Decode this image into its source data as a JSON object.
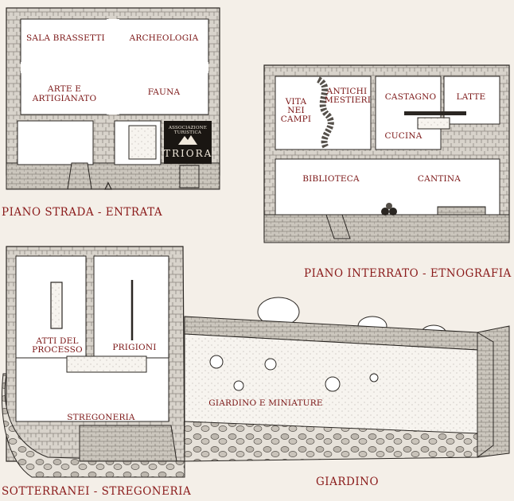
{
  "floors": {
    "street": "PIANO STRADA - ENTRATA",
    "basement": "PIANO INTERRATO - ETNOGRAFIA",
    "underground": "SOTTERRANEI - STREGONERIA",
    "garden": "GIARDINO"
  },
  "rooms": {
    "sala_brassetti": "SALA BRASSETTI",
    "archeologia": "ARCHEOLOGIA",
    "arte_line1": "ARTE E",
    "arte_line2": "ARTIGIANATO",
    "fauna": "FAUNA",
    "vita_line1": "VITA",
    "vita_line2": "NEI",
    "vita_line3": "CAMPI",
    "antichi_line1": "ANTICHI",
    "antichi_line2": "MESTIERI",
    "castagno": "CASTAGNO",
    "latte": "LATTE",
    "cucina": "CUCINA",
    "biblioteca": "BIBLIOTECA",
    "cantina": "CANTINA",
    "atti_line1": "ATTI DEL",
    "atti_line2": "PROCESSO",
    "prigioni": "PRIGIONI",
    "stregoneria": "STREGONERIA",
    "giardino_miniature": "GIARDINO E MINIATURE"
  },
  "logo": {
    "arc_text": "ASSOCIAZIONE TURISTICA",
    "name": "TRIORA"
  },
  "colors": {
    "label": "#7a1414",
    "wall": "#cfcac2",
    "floor": "#ffffff",
    "outline": "#2a2622"
  }
}
